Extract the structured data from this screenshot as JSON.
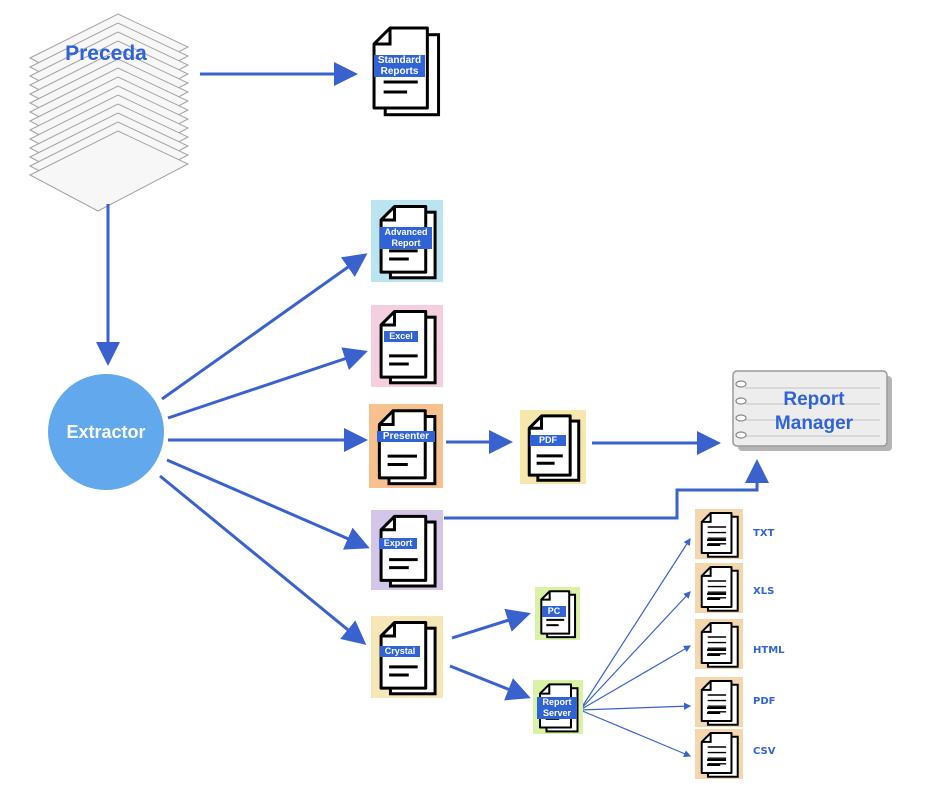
{
  "nodes": {
    "preceda": "Preceda",
    "extractor": "Extractor",
    "report_manager": [
      "Report",
      "Manager"
    ]
  },
  "reports": {
    "standard": [
      "Standard",
      "Reports"
    ],
    "advanced": [
      "Advanced",
      "Report"
    ],
    "excel": [
      "Excel"
    ],
    "presenter": [
      "Presenter"
    ],
    "pdf": [
      "PDF"
    ],
    "export": [
      "Export"
    ],
    "crystal": [
      "Crystal"
    ],
    "pc": [
      "PC"
    ],
    "report_server": [
      "Report",
      "Server"
    ]
  },
  "formats": [
    "TXT",
    "XLS",
    "HTML",
    "PDF",
    "CSV"
  ],
  "colors": {
    "accent": "#2f63d6",
    "arrow": "#3a62cf",
    "extractor_fill": "#62a8ec",
    "advanced_bg": "#b9e4f0",
    "excel_bg": "#f3cfe0",
    "presenter_bg": "#f7c18f",
    "pdf_bg": "#f6e8ad",
    "export_bg": "#d4c6e8",
    "crystal_bg": "#f5e8b6",
    "pc_bg": "#d9f2a6",
    "format_bg": "#f4d7ae"
  }
}
